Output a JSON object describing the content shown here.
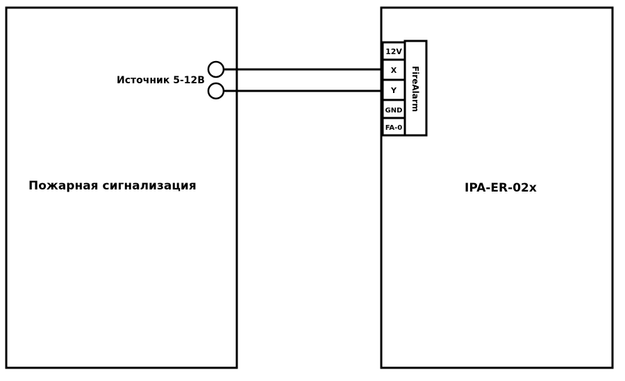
{
  "diagram": {
    "left_block": {
      "title": "Пожарная сигнализация",
      "source_label": "Источник 5-12В"
    },
    "right_block": {
      "title": "IPA-ER-02x",
      "connector": {
        "name": "FireAlarm",
        "pins": [
          "12V",
          "X",
          "Y",
          "GND",
          "FA-0"
        ]
      }
    },
    "connections": [
      {
        "from": "Источник 5-12В (terminal 1)",
        "to": "X"
      },
      {
        "from": "Источник 5-12В (terminal 2)",
        "to": "Y"
      }
    ],
    "colors": {
      "line": "#000000",
      "background": "#ffffff"
    }
  }
}
